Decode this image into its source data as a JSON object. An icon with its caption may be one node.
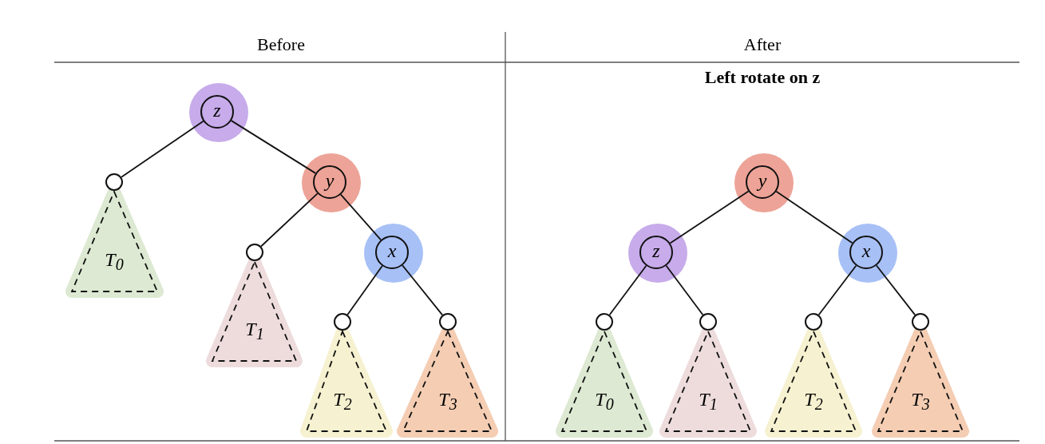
{
  "diagram": {
    "nodes": [
      {
        "text": [
          "z"
        ]
      },
      {
        "text": [],
        "shape": "circle"
      },
      {
        "text": [
          "y"
        ]
      },
      {
        "text": [
          "T$_{0}$"
        ]
      },
      {
        "text": [],
        "shape": "circle"
      },
      {
        "text": [
          "x"
        ]
      },
      {
        "text": [
          "T$_{1}$"
        ]
      },
      {
        "text": [],
        "shape": "circle"
      },
      {
        "text": [],
        "shape": "circle"
      },
      {
        "text": [
          "T$_{2}$"
        ]
      },
      {
        "text": [
          "T$_{3}$"
        ]
      },
      {
        "text": [
          "y"
        ]
      },
      {
        "text": [
          "z"
        ]
      },
      {
        "text": [
          "x"
        ]
      },
      {
        "text": [],
        "shape": "circle"
      },
      {
        "text": [],
        "shape": "circle"
      },
      {
        "text": [],
        "shape": "circle"
      },
      {
        "text": [],
        "shape": "circle"
      },
      {
        "text": [
          "T$_{0}$"
        ]
      },
      {
        "text": [
          "T$_{1}$"
        ]
      },
      {
        "text": [
          "T$_{2}$"
        ]
      },
      {
        "text": [
          "T$_{3}$"
        ]
      }
    ],
    "edges": [
      {
        "from": 0,
        "to": 1,
        "arrow": "none"
      },
      {
        "from": 0,
        "to": 2,
        "arrow": "none"
      },
      {
        "from": 2,
        "to": 4,
        "arrow": "none"
      },
      {
        "from": 2,
        "to": 5,
        "arrow": "none"
      },
      {
        "from": 5,
        "to": 7,
        "arrow": "none"
      },
      {
        "from": 5,
        "to": 8,
        "arrow": "none"
      },
      {
        "from": 11,
        "to": 12,
        "arrow": "none"
      },
      {
        "from": 11,
        "to": 13,
        "arrow": "none"
      },
      {
        "from": 12,
        "to": 14,
        "arrow": "none"
      },
      {
        "from": 12,
        "to": 15,
        "arrow": "none"
      },
      {
        "from": 13,
        "to": 16,
        "arrow": "none"
      },
      {
        "from": 13,
        "to": 17,
        "arrow": "none"
      }
    ],
    "labels": [
      "Before",
      "After",
      "Left rotate on z"
    ]
  }
}
